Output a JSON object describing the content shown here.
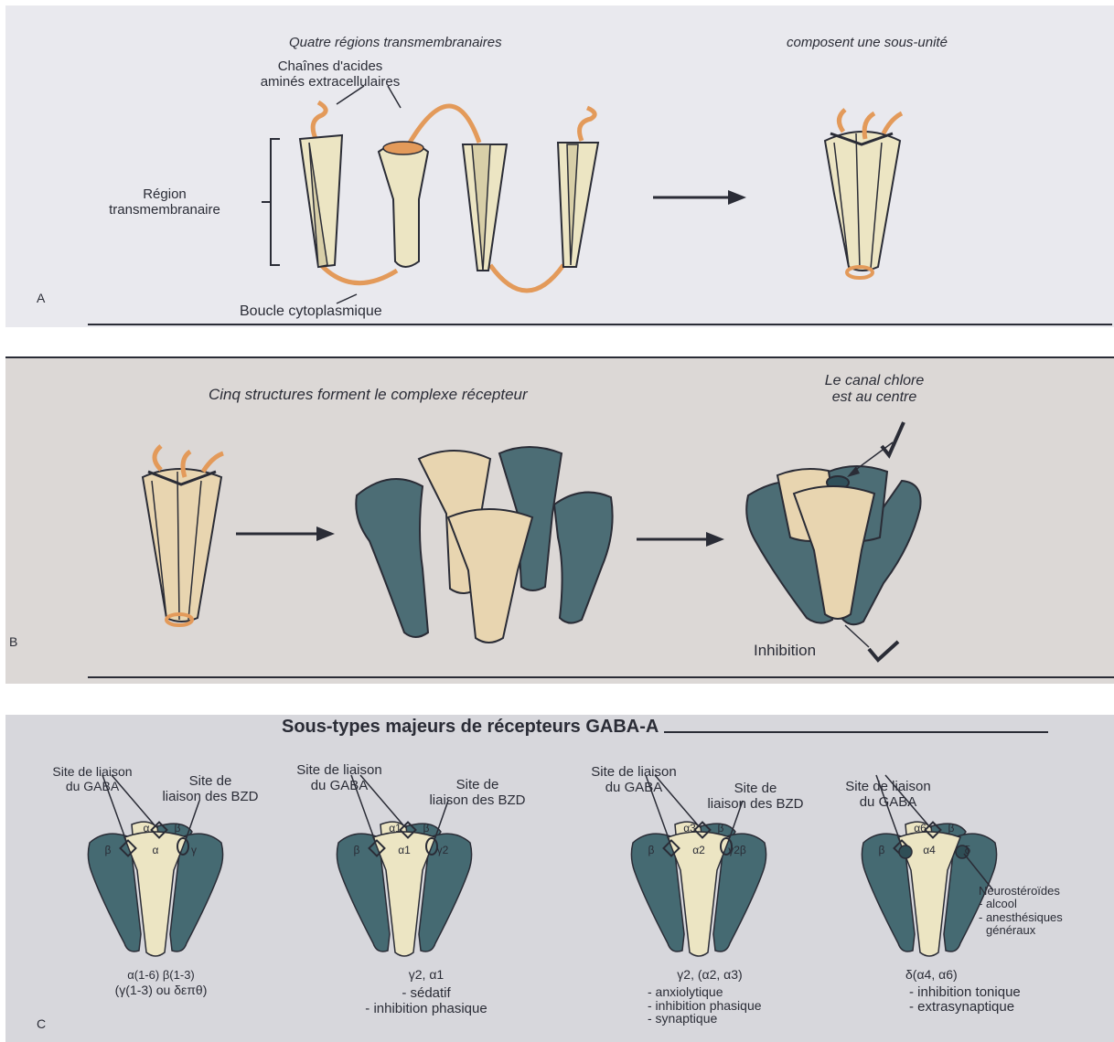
{
  "colors": {
    "cream": "#ece5c3",
    "cream_dark": "#d8cfa8",
    "teal": "#456a72",
    "teal_dark": "#2f4e56",
    "orange": "#e39a5a",
    "outline": "#2a2c36"
  },
  "panel_a": {
    "letter": "A",
    "title_left": "Quatre régions transmembranaires",
    "title_right": "composent une sous-unité",
    "extracellular_label_line1": "Chaînes d'acides",
    "extracellular_label_line2": "aminés extracellulaires",
    "transmembrane_label_line1": "Région",
    "transmembrane_label_line2": "transmembranaire",
    "loop_label": "Boucle cytoplasmique"
  },
  "panel_b": {
    "letter": "B",
    "title": "Cinq structures forment le complexe récepteur",
    "channel_label_line1": "Le canal chlore",
    "channel_label_line2": "est au centre",
    "inhibition_label": "Inhibition"
  },
  "panel_c": {
    "letter": "C",
    "title": "Sous-types majeurs de récepteurs GABA-A",
    "receptors": [
      {
        "gaba_site_line1": "Site de liaison",
        "gaba_site_line2": "du GABA",
        "bzd_site_line1": "Site de",
        "bzd_site_line2": "liaison des BZD",
        "subunits": [
          "α",
          "β",
          "β",
          "α",
          "γ"
        ],
        "composition_line1": "α(1-6) β(1-3)",
        "composition_line2": "(γ(1-3) ou δεπθ)",
        "effects": []
      },
      {
        "gaba_site_line1": "Site de liaison",
        "gaba_site_line2": "du GABA",
        "bzd_site_line1": "Site de",
        "bzd_site_line2": "liaison des BZD",
        "subunits": [
          "α1",
          "β",
          "β",
          "α1",
          "γ2"
        ],
        "composition_line1": "γ2, α1",
        "composition_line2": "",
        "effects": [
          "- sédatif",
          "- inhibition phasique"
        ]
      },
      {
        "gaba_site_line1": "Site de liaison",
        "gaba_site_line2": "du GABA",
        "bzd_site_line1": "Site de",
        "bzd_site_line2": "liaison des BZD",
        "subunits": [
          "α3",
          "β",
          "β",
          "α2",
          "γ2β"
        ],
        "composition_line1": "γ2, (α2, α3)",
        "composition_line2": "",
        "effects": [
          "- anxiolytique",
          "- inhibition phasique",
          "- synaptique"
        ]
      },
      {
        "gaba_site_line1": "Site de liaison",
        "gaba_site_line2": "du GABA",
        "bzd_site_line1": "",
        "bzd_site_line2": "",
        "subunits": [
          "α6",
          "β",
          "β",
          "α4",
          "δ"
        ],
        "composition_line1": "δ(α4, α6)",
        "composition_line2": "",
        "effects": [
          "- inhibition tonique",
          "- extrasynaptique"
        ],
        "extra_label": "Neurostéroïdes",
        "extra_items": [
          "- alcool",
          "- anesthésiques",
          "généraux"
        ]
      }
    ]
  }
}
